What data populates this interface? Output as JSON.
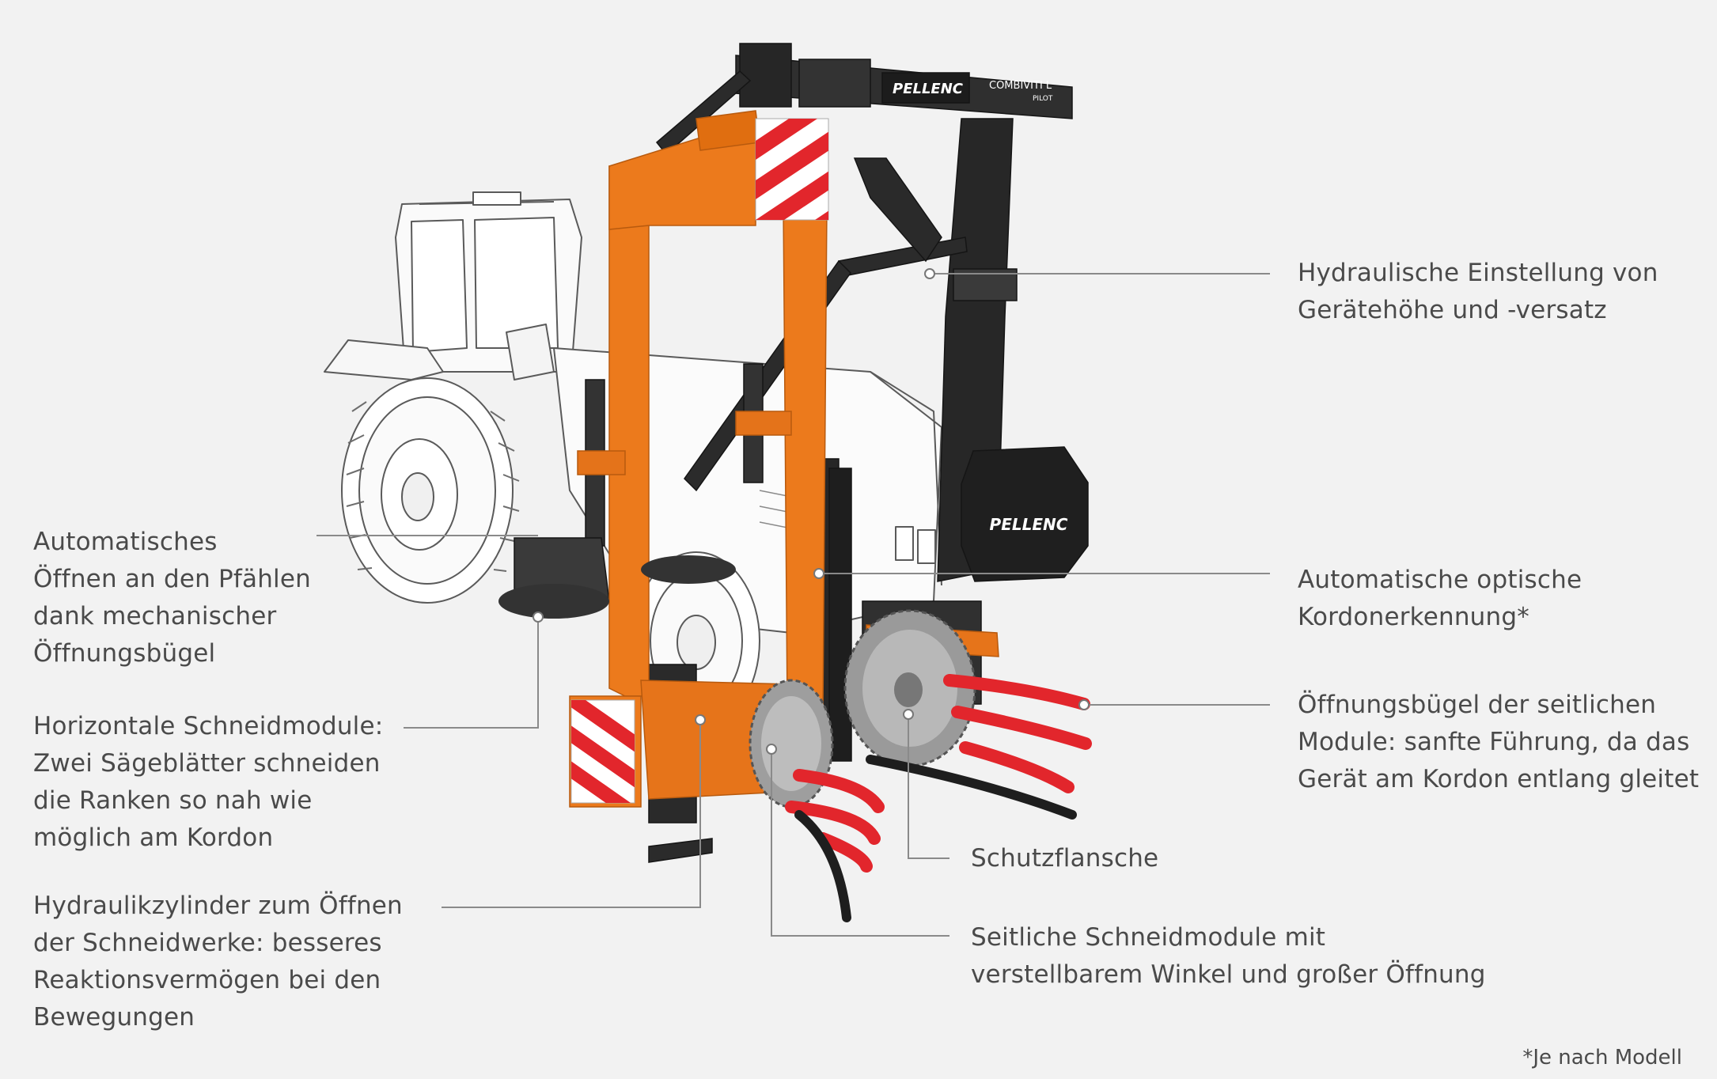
{
  "brand": {
    "logo_text": "PELLENC",
    "model_text": "COMBIVITI L",
    "model_sub": "PILOT",
    "colors": {
      "orange": "#ec7a1c",
      "dark": "#2a2a2a",
      "red": "#e2262c",
      "background": "#f2f2f2"
    }
  },
  "labels": {
    "hydraulic_height": [
      "Hydraulische Einstellung von",
      "Gerätehöhe und -versatz"
    ],
    "optical_detection": [
      "Automatische optische",
      "Kordonerkennung*"
    ],
    "opening_bar_side": [
      "Öffnungsbügel der seitlichen",
      "Module: sanfte Führung, da das",
      "Gerät am Kordon entlang gleitet"
    ],
    "protection_flange": [
      "Schutzflansche"
    ],
    "side_cutting_modules": [
      "Seitliche Schneidmodule mit",
      "verstellbarem Winkel und großer Öffnung"
    ],
    "auto_opening_posts": [
      "Automatisches",
      "Öffnen an den Pfählen",
      "dank mechanischer",
      "Öffnungsbügel"
    ],
    "horizontal_cutting": [
      "Horizontale Schneidmodule:",
      "Zwei Sägeblätter schneiden",
      "die Ranken so nah wie",
      "möglich am Kordon"
    ],
    "hydraulic_cylinder": [
      "Hydraulikzylinder zum Öffnen",
      "der Schneidwerke: besseres",
      "Reaktionsvermögen bei den",
      "Bewegungen"
    ]
  },
  "footnote": "*Je nach Modell"
}
